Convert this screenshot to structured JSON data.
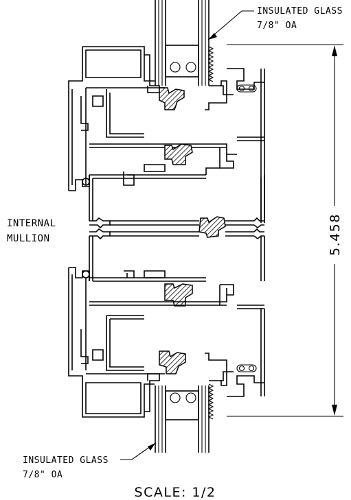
{
  "labels": {
    "top_glass_line1": "INSULATED GLASS",
    "top_glass_line2": "7/8\" OA",
    "bottom_glass_line1": "INSULATED GLASS",
    "bottom_glass_line2": "7/8\" OA",
    "mullion_line1": "INTERNAL",
    "mullion_line2": "MULLION",
    "dimension": "5.458",
    "scale": "SCALE: 1/2"
  },
  "colors": {
    "line": "#000000",
    "background": "#ffffff"
  }
}
